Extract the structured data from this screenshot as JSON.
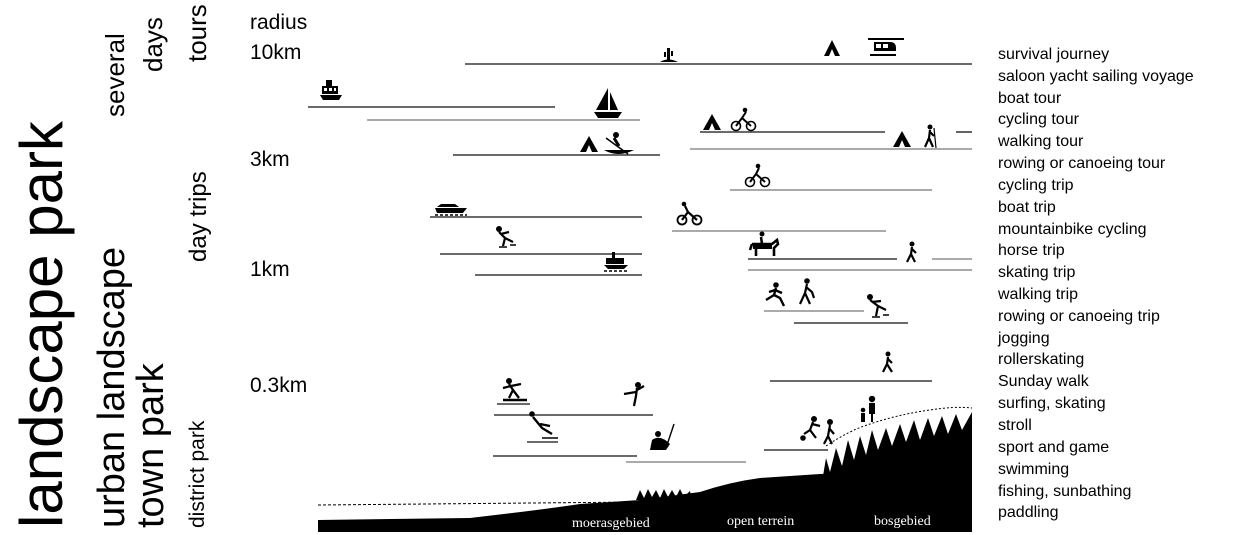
{
  "park_types": {
    "landscape_park": "landscape park",
    "urban_landscape": "urban landscape",
    "town_park": "town park",
    "district_park": "district park"
  },
  "trip_types": {
    "several": "several",
    "days": "days",
    "tours": "tours",
    "day_trips": "day trips"
  },
  "radius": {
    "heading": "radius",
    "r10": "10km",
    "r3": "3km",
    "r1": "1km",
    "r03": "0.3km"
  },
  "activities": [
    "survival journey",
    "saloon yacht sailing voyage",
    "boat tour",
    "cycling tour",
    "walking tour",
    "rowing or canoeing tour",
    "cycling trip",
    "boat trip",
    "mountainbike cycling",
    "horse trip",
    "skating trip",
    "walking trip",
    "rowing or canoeing trip",
    "jogging",
    "rollerskating",
    "Sunday walk",
    "surfing, skating",
    "stroll",
    "sport and game",
    "swimming",
    "fishing, sunbathing",
    "paddling"
  ],
  "terrain": {
    "marsh": "moerasgebied",
    "open": "open terrein",
    "forest": "bosgebied"
  },
  "icons": [
    "cactus-icon",
    "tent-icon",
    "helicopter-icon",
    "steamboat-icon",
    "sailboat-icon",
    "canoe-icon",
    "cyclist-icon",
    "hiker-icon",
    "motorboat-icon",
    "mountainbike-icon",
    "skater-icon",
    "horse-rider-icon",
    "walker-icon",
    "runner-icon",
    "surfer-icon",
    "swimmer-icon",
    "fisher-icon",
    "ball-player-icon",
    "family-icon"
  ]
}
